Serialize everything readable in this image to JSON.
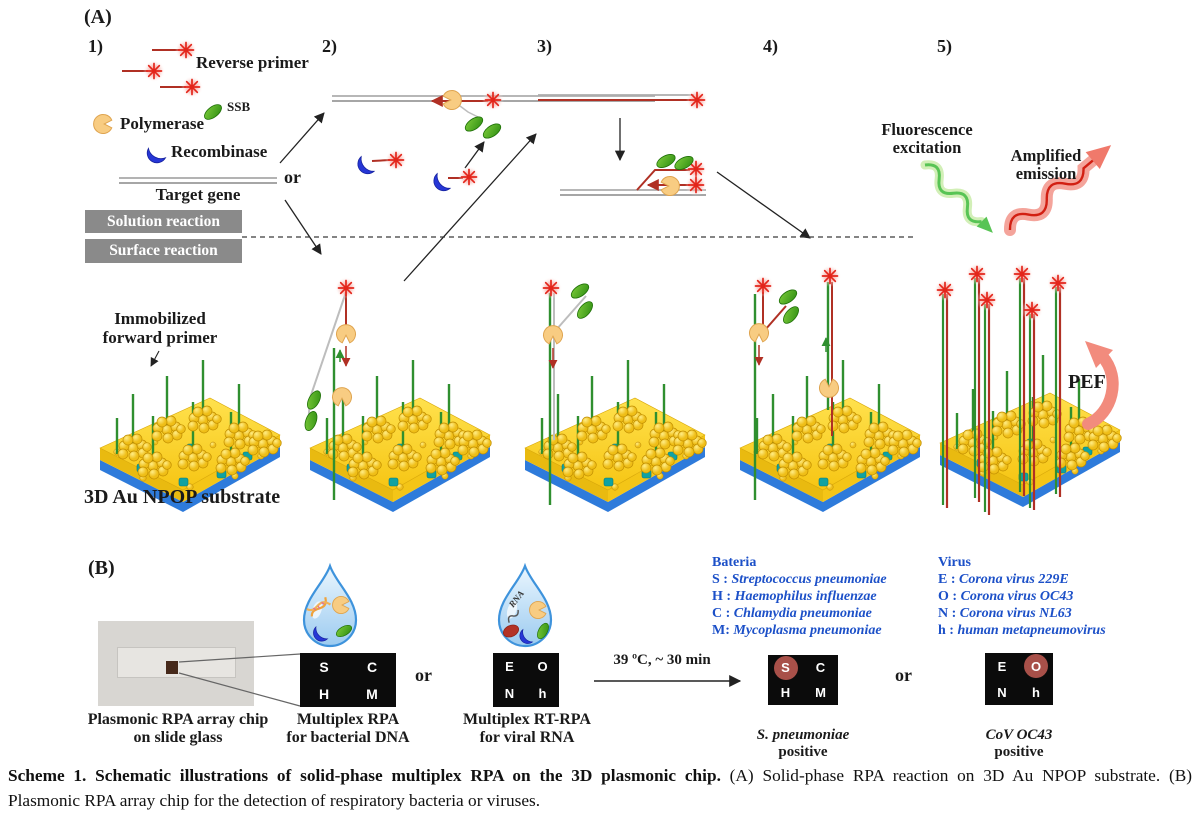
{
  "panel_a": {
    "label": "(A)",
    "steps": [
      "1)",
      "2)",
      "3)",
      "4)",
      "5)"
    ],
    "legend": {
      "reverse_primer": "Reverse primer",
      "ssb": "SSB",
      "polymerase": "Polymerase",
      "recombinase": "Recombinase",
      "target_gene": "Target gene",
      "or": "or"
    },
    "solution_reaction": "Solution reaction",
    "surface_reaction": "Surface reaction",
    "fluorescence": "Fluorescence\nexcitation",
    "amplified": "Amplified\nemission",
    "immobilized": "Immobilized\nforward primer",
    "substrate_label": "3D Au NPOP substrate",
    "pef": "PEF"
  },
  "panel_b": {
    "label": "(B)",
    "chip_caption": "Plasmonic RPA array chip\non slide glass",
    "rpa_letters": [
      "S",
      "C",
      "H",
      "M"
    ],
    "rpa_caption": "Multiplex RPA\nfor bacterial DNA",
    "or1": "or",
    "droplet_rna": "RNA",
    "rtrpa_letters": [
      "E",
      "O",
      "N",
      "h"
    ],
    "rtrpa_caption": "Multiplex RT-RPA\nfor viral RNA",
    "condition": "39 ºC, ~ 30 min",
    "bacteria": {
      "title": "Bateria",
      "items": [
        {
          "key": "S :",
          "name": "Streptococcus pneumoniae"
        },
        {
          "key": "H :",
          "name": "Haemophilus influenzae"
        },
        {
          "key": "C :",
          "name": "Chlamydia pneumoniae"
        },
        {
          "key": "M:",
          "name": "Mycoplasma pneumoniae"
        }
      ]
    },
    "virus": {
      "title": "Virus",
      "items": [
        {
          "key": "E :",
          "name": "Corona virus 229E"
        },
        {
          "key": "O :",
          "name": "Corona virus OC43"
        },
        {
          "key": "N :",
          "name": "Corona virus NL63"
        },
        {
          "key": "h :",
          "name": "human metapneumovirus"
        }
      ]
    },
    "result1": {
      "letters": [
        "S",
        "C",
        "H",
        "M"
      ],
      "highlight": "S",
      "name": "S. pneumoniae",
      "status": "positive"
    },
    "or2": "or",
    "result2": {
      "letters": [
        "E",
        "O",
        "N",
        "h"
      ],
      "highlight": "O",
      "name": "CoV OC43",
      "status": "positive"
    }
  },
  "caption": {
    "line1_bold": "Scheme 1. Schematic illustrations of solid-phase multiplex RPA on the 3D plasmonic chip.",
    "line1_rest": " (A) Solid-phase RPA reaction on 3D Au NPOP substrate. (B)",
    "line2": "Plasmonic RPA array chip for the detection of respiratory bacteria or viruses."
  },
  "colors": {
    "star_red": "#E3251A",
    "primer_red": "#B03024",
    "ssb_green": "#3F9A1C",
    "polymerase_orange": "#F8CC82",
    "recombinase_blue": "#2636D6",
    "substrate_gold": "#F7CB1E",
    "substrate_edge_blue": "#2E7BDB",
    "primer_pin_green": "#2F8F2F",
    "teal_linker": "#10A2A2",
    "list_text_blue": "#1C50C8",
    "gray_label_box": "#8A8A8A",
    "black_spot_box": "#0B0B0B",
    "highlight_circle": "#A85049",
    "pef_salmon": "#F28B7D",
    "excitation_green": "#58C455"
  }
}
